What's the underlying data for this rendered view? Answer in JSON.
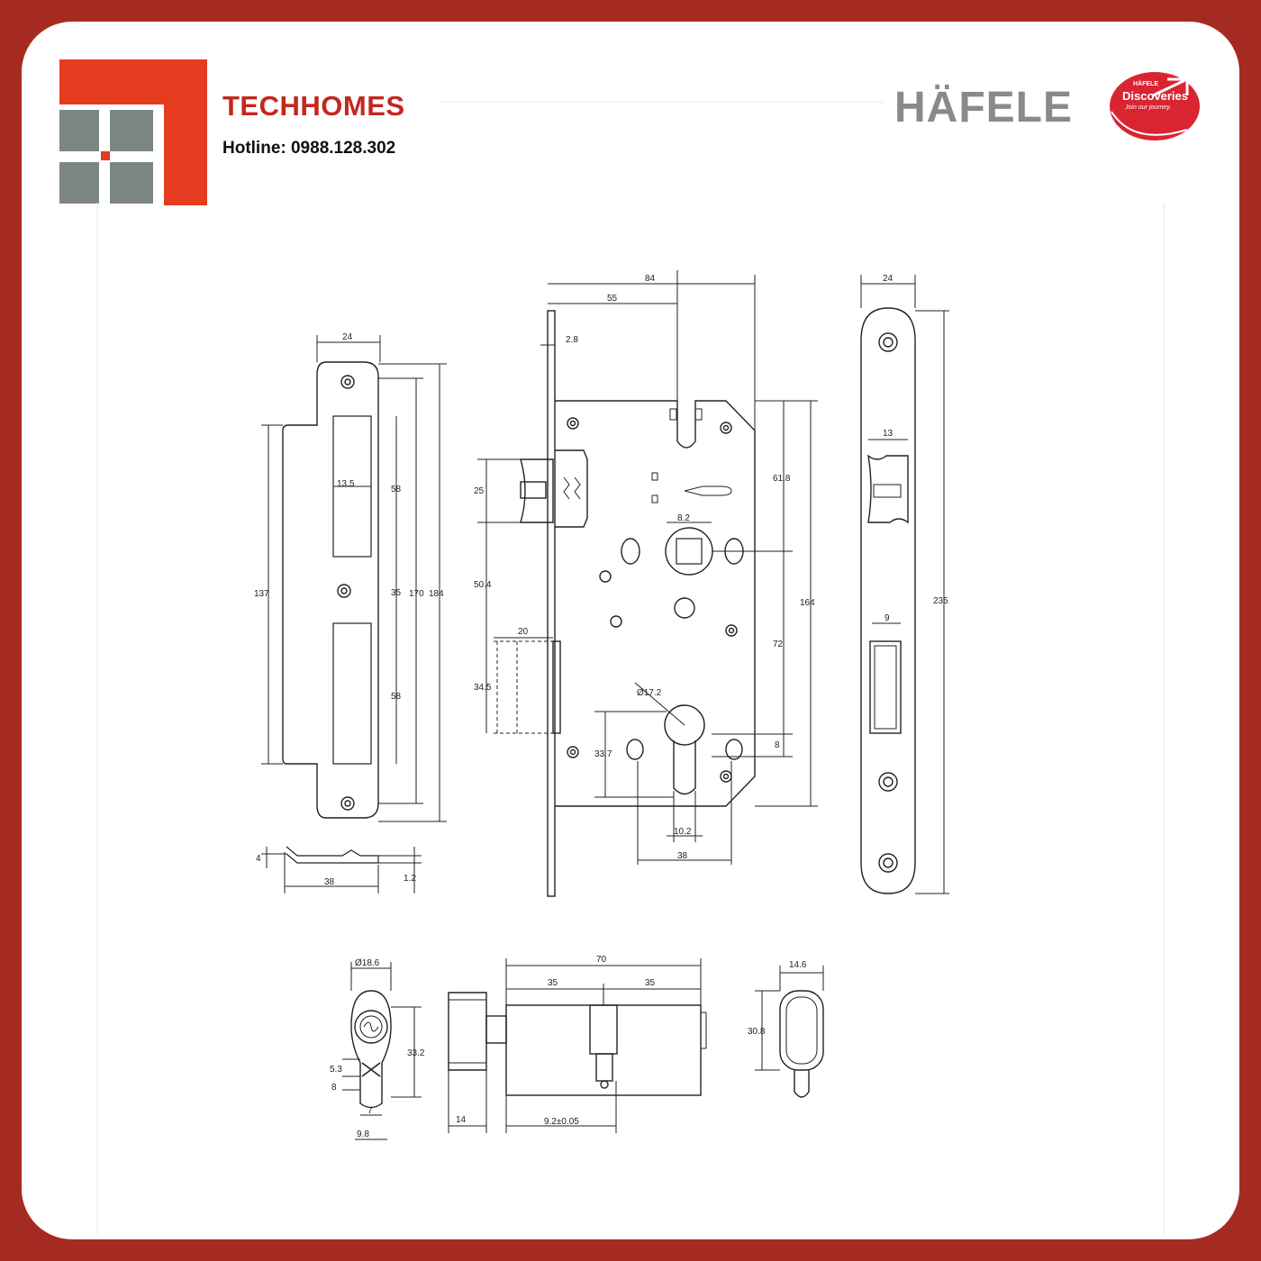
{
  "brand": {
    "name": "TECHHOMES",
    "hotline": "Hotline: 0988.128.302"
  },
  "partner": {
    "name": "HÄFELE",
    "badge_top": "HÄFELE",
    "badge_main": "Discoveries",
    "badge_sub": "Join our journey."
  },
  "colors": {
    "frame": "#a52b22",
    "brand_red": "#c3271d",
    "logo_red": "#e53b1f",
    "logo_gray": "#7c8682",
    "partner_gray": "#8a8a8a",
    "line": "#222222"
  },
  "strike_plate": {
    "width": "24",
    "slot_width": "13.5",
    "slot_top": "58",
    "gap": "35",
    "slot_bottom": "58",
    "overall_a": "137",
    "overall_b": "170",
    "overall_c": "184",
    "side_depth": "38",
    "side_thickness": "1.2",
    "side_lip": "4"
  },
  "lock_body": {
    "total_width": "84",
    "backset": "55",
    "faceplate_thickness": "2.8",
    "latch_height": "25",
    "latch_to_bolt": "50.4",
    "bolt_throw": "20",
    "bolt_height": "34.5",
    "spindle": "8.2",
    "top_to_spindle": "61.8",
    "body_height": "164",
    "spindle_to_cylinder": "72",
    "cylinder_hole": "Ø17.2",
    "cylinder_offset": "33.7",
    "cylinder_slot": "8",
    "cylinder_width": "10.2",
    "screw_spacing": "38"
  },
  "faceplate": {
    "width": "24",
    "latch_slot": "13",
    "bolt_slot": "9",
    "height": "235"
  },
  "cylinder": {
    "diameter": "Ø18.6",
    "profile_height": "33.2",
    "cam_width": "7",
    "cam_height": "8",
    "cam_offset": "5.3",
    "base_width": "9.8",
    "total_length": "70",
    "half_a": "35",
    "half_b": "35",
    "knob_width": "14",
    "cam_position": "9.2±0.05",
    "knob_face_width": "14.6",
    "knob_face_height": "30.8"
  }
}
